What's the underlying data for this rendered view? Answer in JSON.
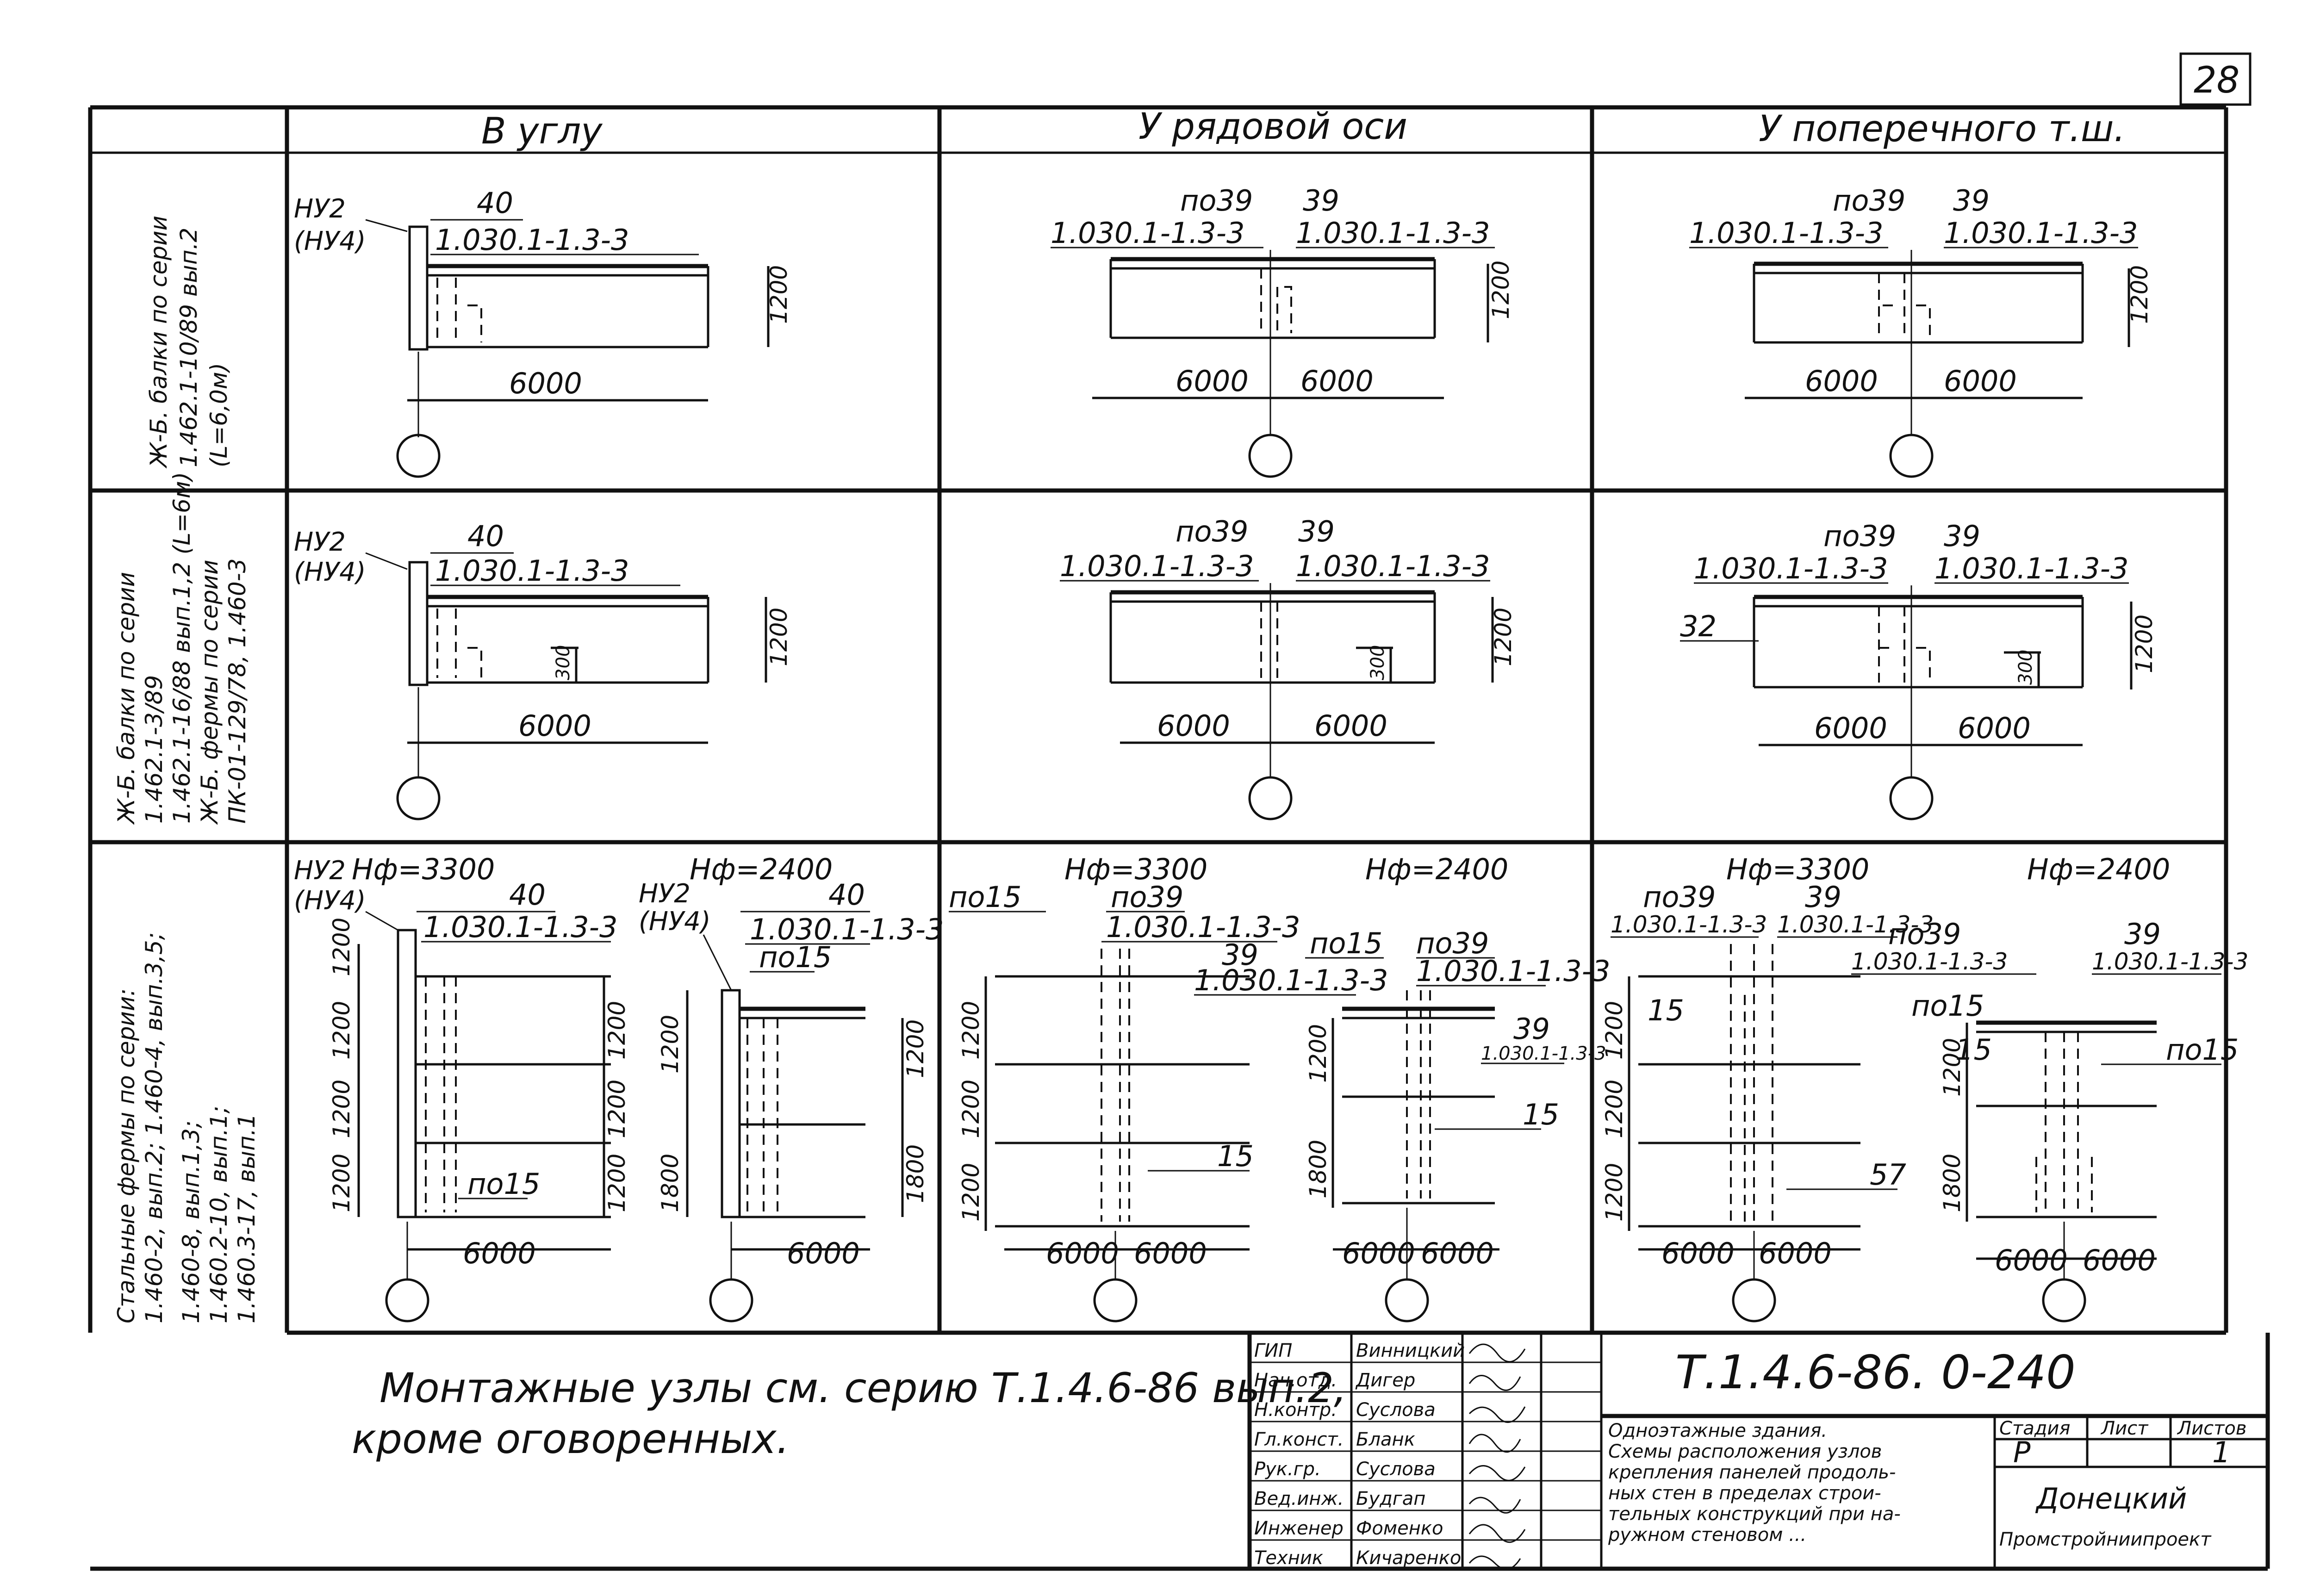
{
  "sheet_number": "28",
  "columns": [
    "В углу",
    "У рядовой оси",
    "У поперечного т.ш."
  ],
  "rows": [
    [
      "Ж-Б. балки по серии",
      "1.462.1-10/89 вып.2",
      "(L=6,0м)"
    ],
    [
      "Ж-Б. балки по серии",
      "1.462.1-3/89",
      "1.462.1-16/88 вып.1,2 (L=6м)",
      "Ж-Б. фермы по серии",
      "ПК-01-129/78, 1.460-3"
    ],
    [
      "Стальные фермы по серии:",
      "1.460-2, вып.2; 1.460-4, вып.3,5;",
      "1.460-8, вып.1,3;",
      "1.460.2-10, вып.1;",
      "1.460.3-17, вып.1"
    ]
  ],
  "labels": {
    "nu2": "НУ2",
    "nu4": "(НУ4)",
    "d40": "40",
    "d39": "39",
    "po39": "по39",
    "po15": "по15",
    "d15": "15",
    "d32": "32",
    "d57": "57",
    "d6000": "6000",
    "d1200": "1200",
    "d1800": "1800",
    "d300": "300",
    "series": "1.030.1-1.3-3",
    "hf3300": "Нф=3300",
    "hf2400": "Нф=2400"
  },
  "note": [
    "Монтажные узлы см. серию Т.1.4.6-86 вып.2,",
    "кроме оговоренных."
  ],
  "title_block": {
    "code": "Т.1.4.6-86. 0-240",
    "roles": [
      "ГИП",
      "Нач.отд.",
      "Н.контр.",
      "Гл.конст.",
      "Рук.гр.",
      "Вед.инж.",
      "Инженер",
      "Техник"
    ],
    "names": [
      "Винницкий",
      "Дигер",
      "Суслова",
      "Бланк",
      "Суслова",
      "Будгап",
      "Фоменко",
      "Кичаренко"
    ],
    "description": [
      "Одноэтажные здания.",
      "Схемы расположения узлов",
      "крепления панелей продоль-",
      "ных стен в пределах строи-",
      "тельных конструкций при на-",
      "ружном стеновом ..."
    ],
    "stage_header": "Стадия",
    "sheet_header": "Лист",
    "sheets_header": "Листов",
    "stage": "Р",
    "sheets": "1",
    "org": [
      "Донецкий",
      "Промстройниипроект"
    ]
  }
}
